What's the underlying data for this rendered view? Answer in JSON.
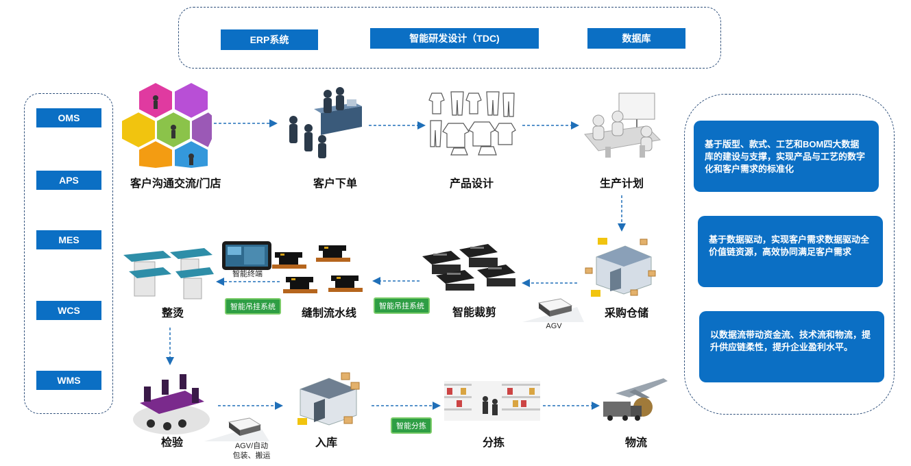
{
  "top_systems": [
    "ERP系统",
    "智能研发设计（TDC)",
    "数据库"
  ],
  "left_systems": [
    "OMS",
    "APS",
    "MES",
    "WCS",
    "WMS"
  ],
  "right_panels": [
    "基于版型、款式、工艺和BOM四大数据库的建设与支撑，实现产品与工艺的数字化和客户需求的标准化",
    "基于数据驱动，实现客户需求数据驱动全价值链资源，高效协同满足客户需求",
    "以数据流带动资金流、技术流和物流，提升供应链柔性，提升企业盈利水平。"
  ],
  "steps": {
    "row1": [
      "客户沟通交流/门店",
      "客户下单",
      "产品设计",
      "生产计划"
    ],
    "row2": [
      "整烫",
      "缝制流水线",
      "智能裁剪",
      "采购仓储"
    ],
    "row3": [
      "检验",
      "入库",
      "分拣",
      "物流"
    ]
  },
  "annotations": {
    "smart_terminal": "智能终端",
    "hanging_system_1": "智能吊挂系统",
    "hanging_system_2": "智能吊挂系统",
    "agv": "AGV",
    "agv_auto_line1": "AGV/自动",
    "agv_auto_line2": "包装、搬运",
    "smart_sorting": "智能分拣"
  },
  "colors": {
    "accent_blue": "#0b6fc4",
    "arrow_blue": "#1f6fb8",
    "green_tag": "#2e9e44"
  }
}
